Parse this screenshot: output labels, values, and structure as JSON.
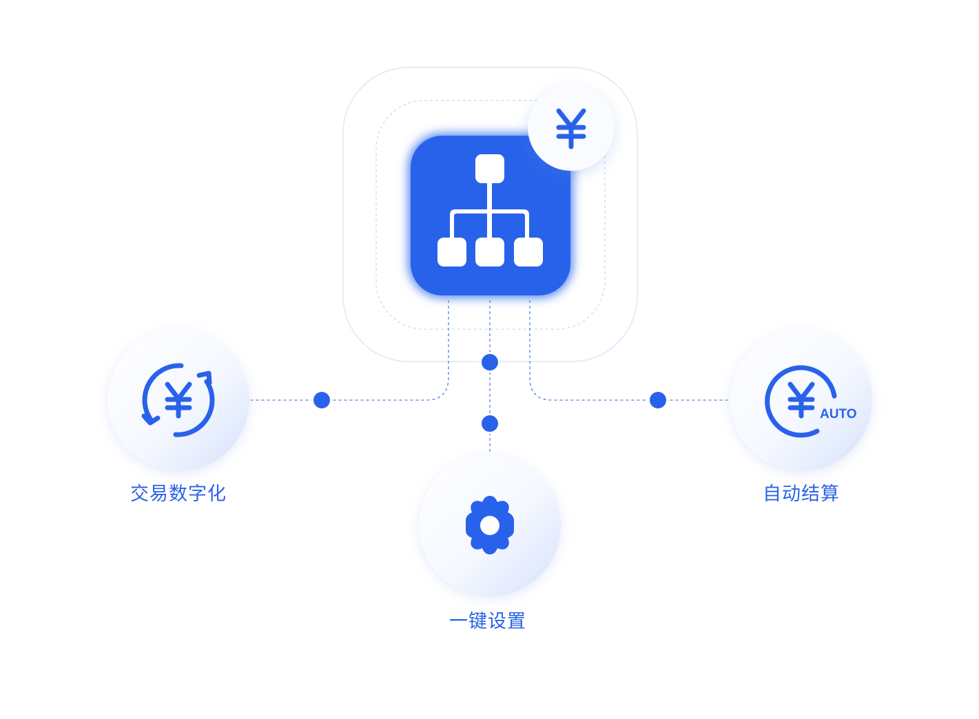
{
  "diagram": {
    "accent_color": "#2962ea",
    "line_color": "#4f7fe8",
    "center_node": {
      "icon": "hierarchy-org-chart-icon",
      "badge_icon": "yuan-currency-icon"
    },
    "features": [
      {
        "label": "交易数字化",
        "icon": "yuan-refresh-icon"
      },
      {
        "label": "一键设置",
        "icon": "gear-icon"
      },
      {
        "label": "自动结算",
        "icon": "yuan-auto-icon",
        "icon_text": "AUTO"
      }
    ]
  }
}
